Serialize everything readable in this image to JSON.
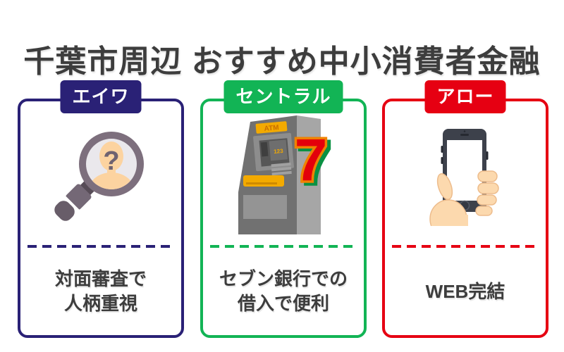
{
  "page": {
    "title": "千葉市周辺 おすすめ中小消費者金融",
    "background_color": "#ffffff",
    "text_color": "#3d3d3d"
  },
  "cards": [
    {
      "label": "エイワ",
      "theme_color": "#2a2176",
      "icon": "magnifier-person-icon",
      "icon_texts": {
        "question_mark": "?"
      },
      "lines": [
        "対面審査で",
        "人柄重視"
      ]
    },
    {
      "label": "セントラル",
      "theme_color": "#12b455",
      "icon": "atm-seven-bank-icon",
      "icon_texts": {
        "sign": "ATM",
        "screen": "123",
        "seven": "7"
      },
      "lines": [
        "セブン銀行での",
        "借入で便利"
      ]
    },
    {
      "label": "アロー",
      "theme_color": "#e60012",
      "icon": "hand-smartphone-icon",
      "lines": [
        "WEB完結"
      ]
    }
  ]
}
